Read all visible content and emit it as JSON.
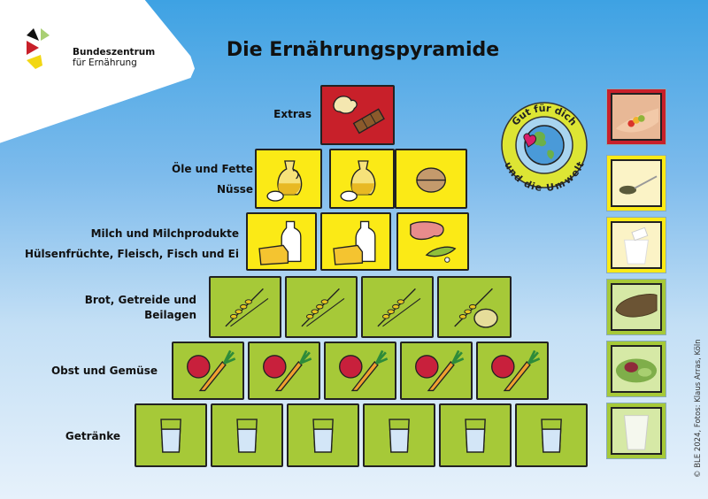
{
  "header": {
    "logo": {
      "line1": "Bundeszentrum",
      "line2": "für Ernährung",
      "colors": [
        "#111111",
        "#a9cf73",
        "#c8202a",
        "#f2d714"
      ]
    },
    "title": "Die Ernährungspyramide"
  },
  "pyramid": {
    "levels": [
      {
        "id": "extras",
        "labels": [
          "Extras"
        ],
        "color": "#c8202a",
        "tiles": [
          "chips-chocolate"
        ]
      },
      {
        "id": "oils-nuts",
        "labels": [
          "Öle und Fette",
          "Nüsse"
        ],
        "color": "#fbea16",
        "tiles": [
          "oil-jug-butter",
          "oil-jug-butter",
          "walnut"
        ]
      },
      {
        "id": "dairy-protein",
        "labels": [
          "Milch und Milchprodukte",
          "Hülsenfrüchte, Fleisch, Fisch und Ei"
        ],
        "color": "#fbea16",
        "tiles": [
          "milk-cheese",
          "milk-cheese",
          "meat-peas"
        ]
      },
      {
        "id": "grains",
        "labels": [
          "Brot, Getreide und",
          "Beilagen"
        ],
        "color": "#a6c938",
        "tiles": [
          "wheat",
          "wheat",
          "wheat",
          "wheat-potato"
        ]
      },
      {
        "id": "fruit-veg",
        "labels": [
          "Obst und Gemüse"
        ],
        "color": "#a6c938",
        "tiles": [
          "apple-carrot",
          "apple-carrot",
          "apple-carrot",
          "apple-carrot",
          "apple-carrot"
        ]
      },
      {
        "id": "drinks",
        "labels": [
          "Getränke"
        ],
        "color": "#a6c938",
        "tiles": [
          "water-glass",
          "water-glass",
          "water-glass",
          "water-glass",
          "water-glass",
          "water-glass"
        ]
      }
    ]
  },
  "badge": {
    "top_text": "Gut für dich",
    "bottom_text": "und die Umwelt",
    "ring_color": "#dde534"
  },
  "photos": [
    {
      "subject": "gummy-bears-in-hand",
      "frame": "#c8202a"
    },
    {
      "subject": "oil-spoon",
      "frame": "#fbea16"
    },
    {
      "subject": "yogurt-cup",
      "frame": "#fbea16"
    },
    {
      "subject": "bread-slice",
      "frame": "#a6c938"
    },
    {
      "subject": "salad-in-hands",
      "frame": "#a6c938"
    },
    {
      "subject": "glass-of-water",
      "frame": "#a6c938"
    }
  ],
  "footer": {
    "copyright": "© BLE 2024, Fotos: Klaus Arras, Köln"
  }
}
